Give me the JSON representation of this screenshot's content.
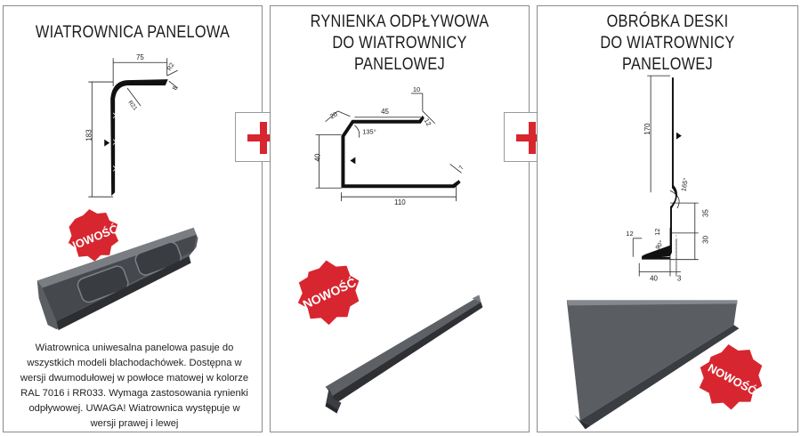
{
  "panels": [
    {
      "title": "WIATROWNICA PANELOWA",
      "dims": {
        "width": "75",
        "radius_top": "R2",
        "radius_side": "8",
        "radius_inner": "R21",
        "height": "183"
      },
      "badge": "NOWOŚĆ",
      "description": "Wiatrownica uniwesalna panelowa pasuje do wszystkich modeli blachodachówek. Dostępna w wersji dwumodułowej w powłoce matowej w kolorze RAL 7016 i RR033. Wymaga zastosowania rynienki odpływowej. UWAGA! Wiatrownica występuje w wersji prawej i lewej"
    },
    {
      "title_line1": "RYNIENKA ODPŁYWOWA",
      "title_line2": "DO WIATROWNICY PANELOWEJ",
      "dims": {
        "d20": "20",
        "d45": "45",
        "d10": "10",
        "d12": "12",
        "angle": "135°",
        "d40": "40",
        "d110": "110",
        "d7": "7"
      },
      "badge": "NOWOŚĆ"
    },
    {
      "title_line1": "OBRÓBKA DESKI",
      "title_line2": "DO WIATROWNICY PANELOWEJ",
      "dims": {
        "d170": "170",
        "angle165": "165°",
        "d35": "35",
        "d12a": "12",
        "d12b": "12",
        "angle90": "90°",
        "d30": "30",
        "d40": "40",
        "d3": "3"
      },
      "badge": "NOWOŚĆ"
    }
  ],
  "connectors": [
    "+",
    "+"
  ],
  "colors": {
    "accent_red": "#d7262f",
    "steel": "#4a4d52",
    "border": "#8a8a8a"
  }
}
